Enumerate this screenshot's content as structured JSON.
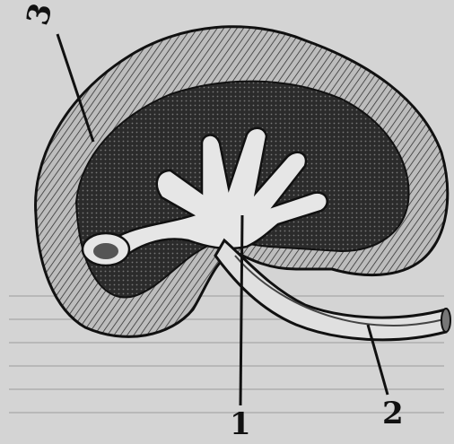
{
  "figure": {
    "subject": "kidney-longitudinal-section",
    "colors": {
      "paper": "#d4d4d4",
      "ink": "#111111",
      "cortex": "#b9b9b9",
      "medulla": "#2a2a2a",
      "sinus": "#e6e6e6"
    }
  },
  "labels": [
    {
      "id": "label-1",
      "text": "1"
    },
    {
      "id": "label-2",
      "text": "2"
    },
    {
      "id": "label-3",
      "text": "3"
    }
  ]
}
